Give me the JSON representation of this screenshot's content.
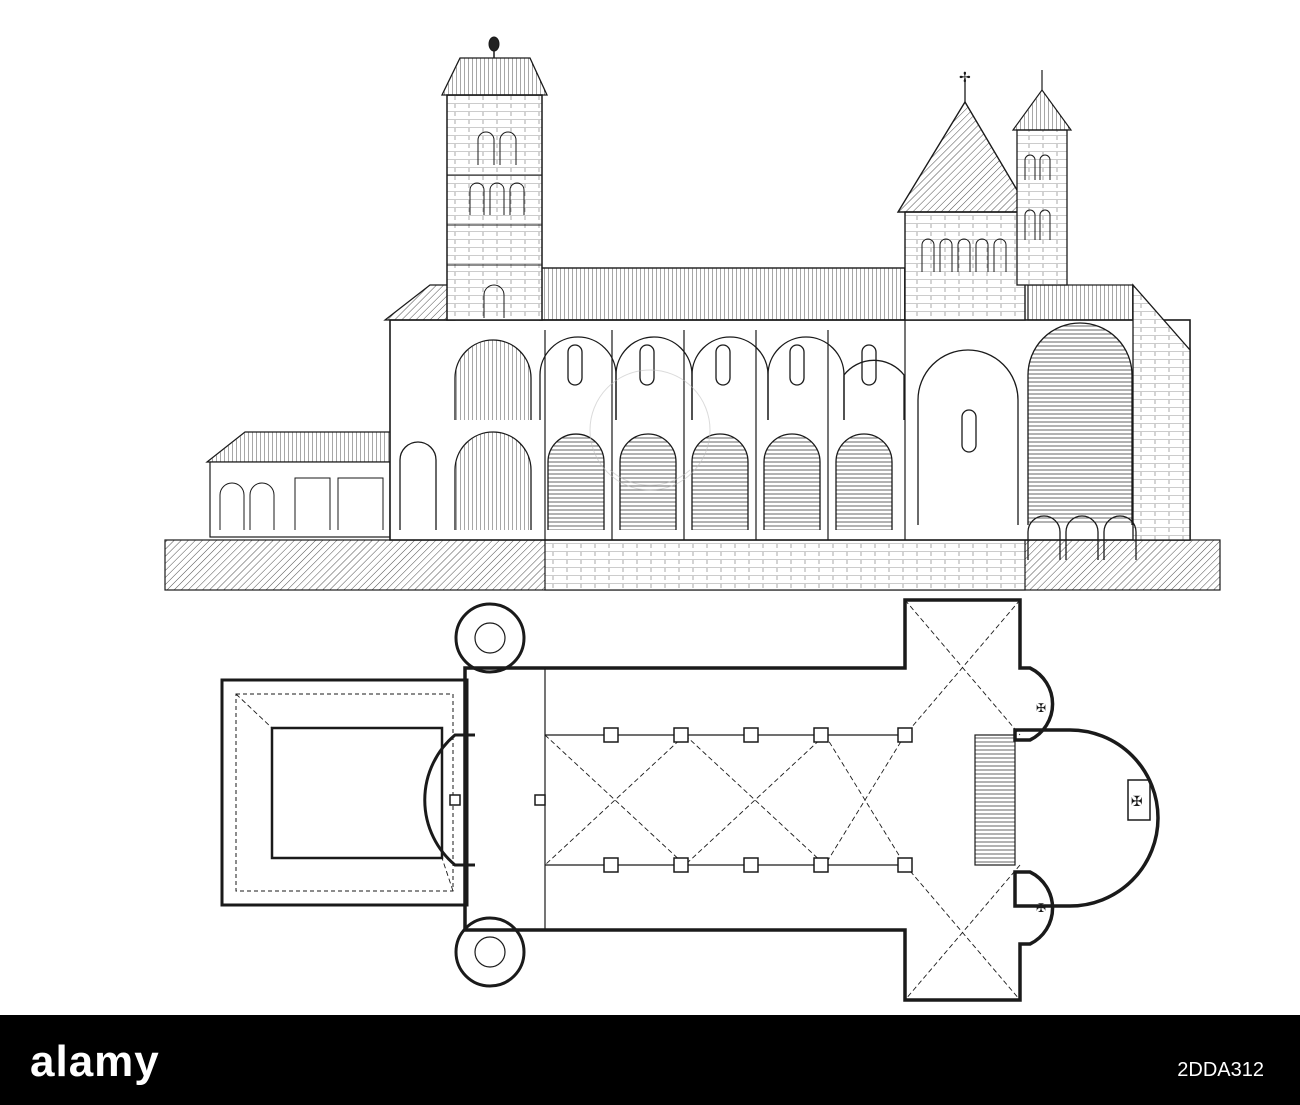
{
  "image": {
    "subject": "church",
    "view_top": "longitudinal section",
    "view_bottom": "floor plan"
  },
  "footer": {
    "logo_text": "alamy",
    "image_id": "2DDA312"
  },
  "colors": {
    "ink": "#1a1a1a",
    "paper": "#ffffff",
    "footer_bg": "#000000"
  }
}
